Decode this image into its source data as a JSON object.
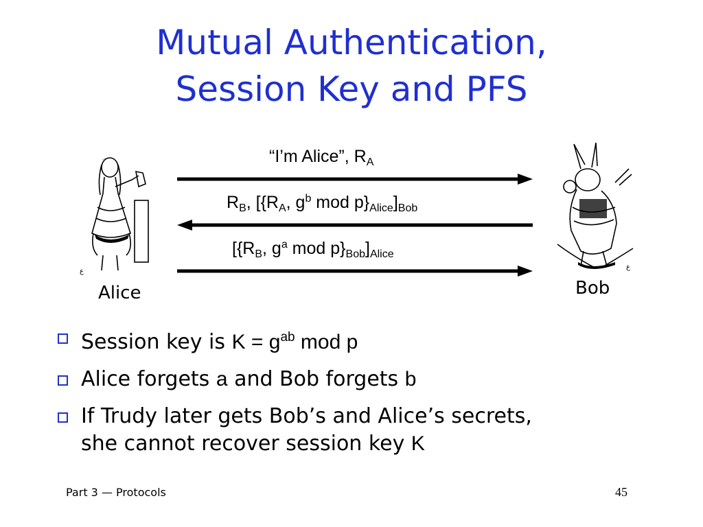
{
  "slide": {
    "title_line1": "Mutual Authentication,",
    "title_line2": "Session Key and PFS"
  },
  "protocol": {
    "msg1": {
      "text": "“I’m Alice”, R",
      "sub": "A"
    },
    "msg2": {
      "a": "R",
      "a_sub": "B",
      "b": ", [{R",
      "b_sub": "A",
      "c": ", g",
      "c_sup": "b",
      "d": " mod p}",
      "d_sub": "Alice",
      "e": "]",
      "e_sub": "Bob"
    },
    "msg3": {
      "a": "[{R",
      "a_sub": "B",
      "b": ", g",
      "b_sup": "a",
      "c": " mod p}",
      "c_sub": "Bob",
      "d": "]",
      "d_sub": "Alice"
    },
    "alice_label": "Alice",
    "bob_label": "Bob"
  },
  "bullets": [
    {
      "text": "Session key is ",
      "math": "K = g",
      "sup": "ab",
      "math2": " mod p"
    },
    {
      "text1": "Alice forgets ",
      "var1": "a",
      "text2": " and Bob forgets ",
      "var2": "b"
    },
    {
      "line1": "If Trudy later gets Bob’s and Alice’s secrets,",
      "line2": "she cannot recover session key ",
      "var": "K"
    }
  ],
  "footer": {
    "part": "Part 3",
    "dash": " — ",
    "section": "Protocols",
    "page": "45"
  },
  "colors": {
    "title": "#1f2fd0",
    "bullet_box": "#1f2fd0",
    "arrow": "#000000"
  }
}
